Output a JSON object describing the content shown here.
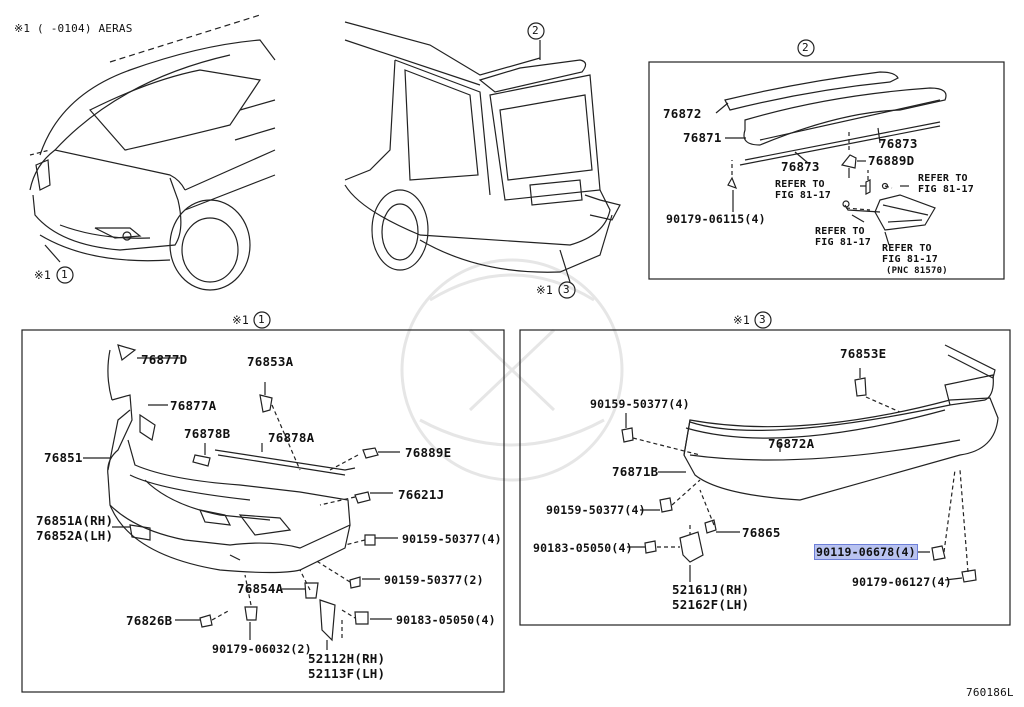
{
  "header_note": "※1 (     -0104) AERAS",
  "diagram_id": "760186L",
  "callouts": {
    "c1_front": "※1",
    "c1_front_num": "1",
    "c2_num": "2",
    "c3_rear": "※1",
    "c3_rear_num": "3"
  },
  "section_titles": {
    "s1_mark": "※1",
    "s1_num": "1",
    "s2_num": "2",
    "s3_mark": "※1",
    "s3_num": "3"
  },
  "spoiler_box": {
    "p1": "76872",
    "p2": "76871",
    "p3": "76873",
    "p4": "76873",
    "p5": "76889D",
    "p6": "90179-06115(4)",
    "ref1": "REFER TO",
    "ref1b": "FIG 81-17",
    "ref2": "REFER TO",
    "ref2b": "FIG 81-17",
    "ref3": "REFER TO",
    "ref3b": "FIG 81-17",
    "ref4": "REFER TO",
    "ref4b": "FIG 81-17",
    "pnc": "(PNC 81570)"
  },
  "front_box": {
    "p76877D": "76877D",
    "p76853A": "76853A",
    "p76877A": "76877A",
    "p76878B": "76878B",
    "p76878A": "76878A",
    "p76851": "76851",
    "p76889E": "76889E",
    "p76621J": "76621J",
    "p76851A": "76851A(RH)",
    "p76852A": "76852A(LH)",
    "p90159a": "90159-50377(4)",
    "p76854A": "76854A",
    "p90159b": "90159-50377(2)",
    "p76826B": "76826B",
    "p90183": "90183-05050(4)",
    "p90179": "90179-06032(2)",
    "p52112H": "52112H(RH)",
    "p52113F": "52113F(LH)"
  },
  "rear_box": {
    "p76853E": "76853E",
    "p90159a": "90159-50377(4)",
    "p76872A": "76872A",
    "p76871B": "76871B",
    "p90159b": "90159-50377(4)",
    "p76865": "76865",
    "p90183": "90183-05050(4)",
    "p90119": "90119-06678(4)",
    "p90179": "90179-06127(4)",
    "p52161J": "52161J(RH)",
    "p52162F": "52162F(LH)"
  },
  "colors": {
    "highlight": "#b9c3f0",
    "line": "#222222"
  }
}
